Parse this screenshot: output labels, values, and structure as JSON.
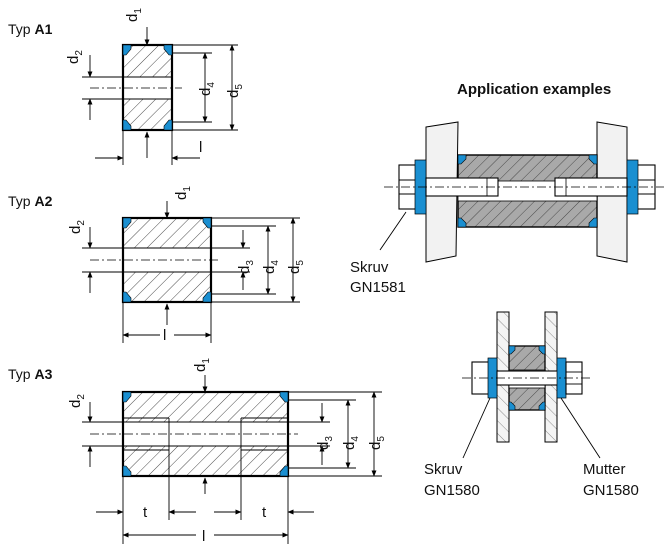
{
  "types": [
    {
      "prefix": "Typ",
      "code": "A1"
    },
    {
      "prefix": "Typ",
      "code": "A2"
    },
    {
      "prefix": "Typ",
      "code": "A3"
    }
  ],
  "dims": {
    "d": "d",
    "l": "l",
    "t": "t",
    "s1": "1",
    "s2": "2",
    "s3": "3",
    "s4": "4",
    "s5": "5"
  },
  "application": {
    "title": "Application examples",
    "screw_a": {
      "name": "Skruv",
      "code": "GN1581"
    },
    "screw_b": {
      "name": "Skruv",
      "code": "GN1580"
    },
    "nut": {
      "name": "Mutter",
      "code": "GN1580"
    }
  },
  "colors": {
    "seal": "#1a8fd1",
    "section_fill": "#a9a9a9"
  }
}
